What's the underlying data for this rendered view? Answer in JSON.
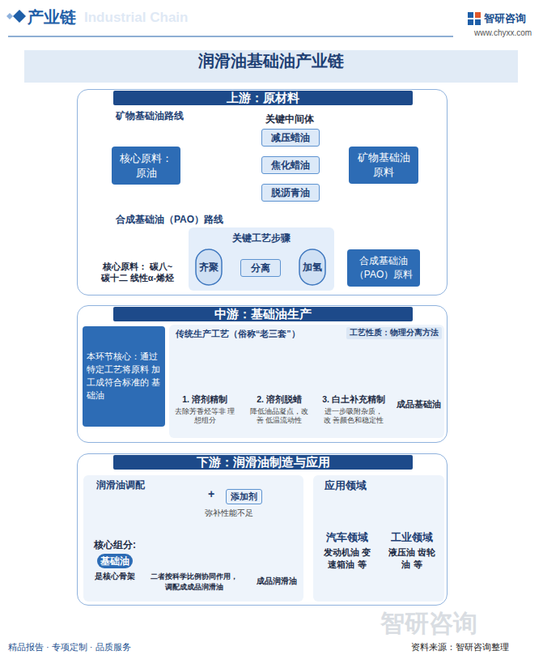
{
  "diagram": {
    "title": "润滑油基础油产业链",
    "caption": "资料来源：智研咨询整理",
    "nodes": [
      {
        "text": [
          "上游：原材料"
        ]
      },
      {
        "text": [
          "核心原料： 原油"
        ],
        "in": 0
      },
      {
        "text": [
          "减压蜡油"
        ],
        "in": 0
      },
      {
        "text": [
          "焦化蜡油"
        ],
        "in": 0
      },
      {
        "text": [
          "脱沥青油"
        ],
        "in": 0
      },
      {
        "text": [
          "矿物基础油 原料"
        ],
        "in": 0
      },
      {
        "text": [
          "核心原料： 碳八~碳十二 线性α-烯烃"
        ],
        "in": 0
      },
      {
        "text": [
          "关键工艺步骤"
        ],
        "in": 0
      },
      {
        "text": [
          "齐聚"
        ],
        "in": 7
      },
      {
        "text": [
          "分离"
        ],
        "in": 7
      },
      {
        "text": [
          "加氢"
        ],
        "in": 7
      },
      {
        "text": [
          "合成基础油 （PAO）原料"
        ],
        "in": 0
      },
      {
        "text": [
          "中游：基础油生产"
        ]
      },
      {
        "text": [
          "本环节核心：通过 特定工艺将原料 加工成符合标准的 基础油"
        ],
        "in": 12
      },
      {
        "text": [
          "传统生产工艺（俗称“老三套”）"
        ],
        "in": 12
      },
      {
        "text": [
          "1. 溶剂精制",
          "去除芳香烃等非 理想组分"
        ],
        "in": 14
      },
      {
        "text": [
          "2. 溶剂脱蜡",
          "降低油品凝点，改善 低温流动性"
        ],
        "in": 14
      },
      {
        "text": [
          "3. 白土补充精制",
          "进一步吸附杂质，改 善颜色和稳定性"
        ],
        "in": 14
      },
      {
        "text": [
          "成品基础油"
        ],
        "in": 14
      },
      {
        "text": [
          "下游：润滑油制造与应用"
        ]
      },
      {
        "text": [
          "润滑油调配"
        ],
        "in": 19
      },
      {
        "text": [
          "核心组分:",
          "基础油",
          "是核心骨架"
        ],
        "in": 20
      },
      {
        "text": [
          "添加剂",
          "弥补性能不足"
        ],
        "in": 20
      },
      {
        "text": [
          "二者按科学比例协同作用， 调配成成品润滑油"
        ],
        "in": 20
      },
      {
        "text": [
          "成品润滑油"
        ],
        "in": 20
      },
      {
        "text": [
          "应用领域"
        ],
        "in": 19
      },
      {
        "text": [
          "汽车领域",
          "发动机油 变速箱油 等"
        ],
        "in": 25
      },
      {
        "text": [
          "工业领域",
          "液压油 齿轮油 等"
        ],
        "in": 25
      }
    ],
    "edges": [
      {
        "from": 1,
        "to": 2,
        "arrow": "to"
      },
      {
        "from": 1,
        "to": 3,
        "arrow": "to"
      },
      {
        "from": 1,
        "to": 4,
        "arrow": "to"
      },
      {
        "from": 2,
        "to": 5,
        "arrow": "to"
      },
      {
        "from": 3,
        "to": 5,
        "arrow": "to"
      },
      {
        "from": 4,
        "to": 5,
        "arrow": "to"
      },
      {
        "from": 6,
        "to": 7,
        "arrow": "to"
      },
      {
        "from": 8,
        "to": 9,
        "arrow": "to"
      },
      {
        "from": 9,
        "to": 10,
        "arrow": "to"
      },
      {
        "from": 7,
        "to": 11,
        "arrow": "to"
      },
      {
        "from": 15,
        "to": 16,
        "arrow": "to"
      },
      {
        "from": 16,
        "to": 17,
        "arrow": "to"
      },
      {
        "from": 17,
        "to": 18,
        "arrow": "to"
      },
      {
        "from": 21,
        "to": 23,
        "arrow": "to"
      },
      {
        "from": 22,
        "to": 23,
        "arrow": "to"
      },
      {
        "from": 23,
        "to": 24,
        "arrow": "to"
      },
      {
        "from": 20,
        "to": 25,
        "arrow": "to"
      }
    ],
    "labels": [
      "产业链",
      "Industrial Chain",
      "智研咨询",
      "www.chyxx.com",
      "矿物基础油路线",
      "关键中间体",
      "合成基础油（PAO）路线",
      "工艺性质：物理分离方法",
      "+",
      "精品报告 · 专项定制 · 品质服务",
      "智研咨询"
    ]
  }
}
